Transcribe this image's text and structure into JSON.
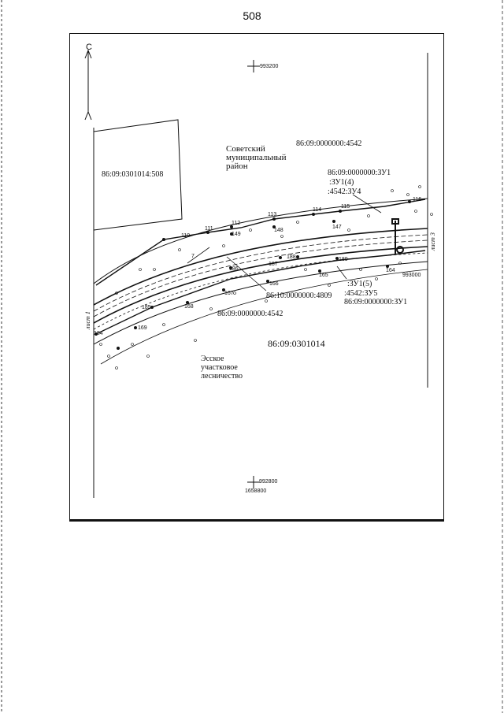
{
  "page_number": "508",
  "north_label": "С",
  "sheet_left": "лист 1",
  "sheet_right": "лист 3",
  "grid_marks": {
    "top": "993200",
    "right": "993000",
    "bottom": "992800",
    "bottom_x": "1658800"
  },
  "areas": {
    "district": [
      "Советский",
      "муниципальный",
      "район"
    ],
    "forestry": [
      "Эсское",
      "участковое",
      "лесничество"
    ],
    "left_parcel": "86:09:0301014:508",
    "quarter": "86:09:0301014"
  },
  "cadastral_labels": {
    "top_parcel": "86:09:0000000:4542",
    "bottom_parcel": "86:09:0000000:4542",
    "center_parcel": "86:10:0000000:4809",
    "zu1_top": "86:09:0000000:ЗУ1",
    "zu1_4": ":ЗУ1(4)",
    "zu4": ":4542:ЗУ4",
    "zu1_5": ":ЗУ1(5)",
    "zu5": ":4542:ЗУ5",
    "zu1_bottom": "86:09:0000000:ЗУ1"
  },
  "points": {
    "p110": "110",
    "p111": "111",
    "p112": "112",
    "p113": "113",
    "p114": "114",
    "p115": "115",
    "p116": "116",
    "p147": "147",
    "p148": "148",
    "p149": "149",
    "p164": "164",
    "p165": "165",
    "p166": "166",
    "p167": "167",
    "p168": "168",
    "p169": "169",
    "p184": "184",
    "p185": "185",
    "p186": "186",
    "p187": "187",
    "p188": "188",
    "p189": "189",
    "p7": "7"
  }
}
